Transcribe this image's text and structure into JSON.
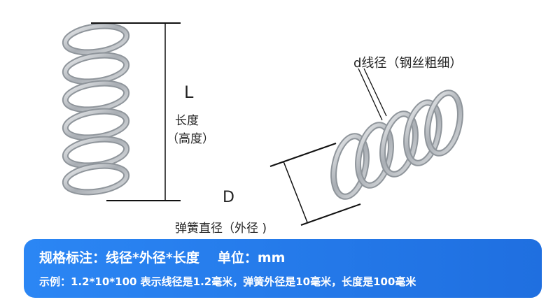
{
  "length_label": {
    "symbol": "L",
    "name": "长度",
    "alt": "（高度）"
  },
  "wire_label": "d线径（钢丝粗细）",
  "diameter_label": {
    "symbol": "D",
    "name": "弹簧直径（外径 )"
  },
  "banner": {
    "spec": "规格标注：线径*外径*长度",
    "unit": "单位：mm",
    "example": "示例：1.2*10*100 表示线径是1.2毫米，弹簧外径是10毫米，长度是100毫米"
  },
  "colors": {
    "banner": "#2b86f4",
    "spring_metal": "#b8bcc1",
    "line": "#111111"
  }
}
